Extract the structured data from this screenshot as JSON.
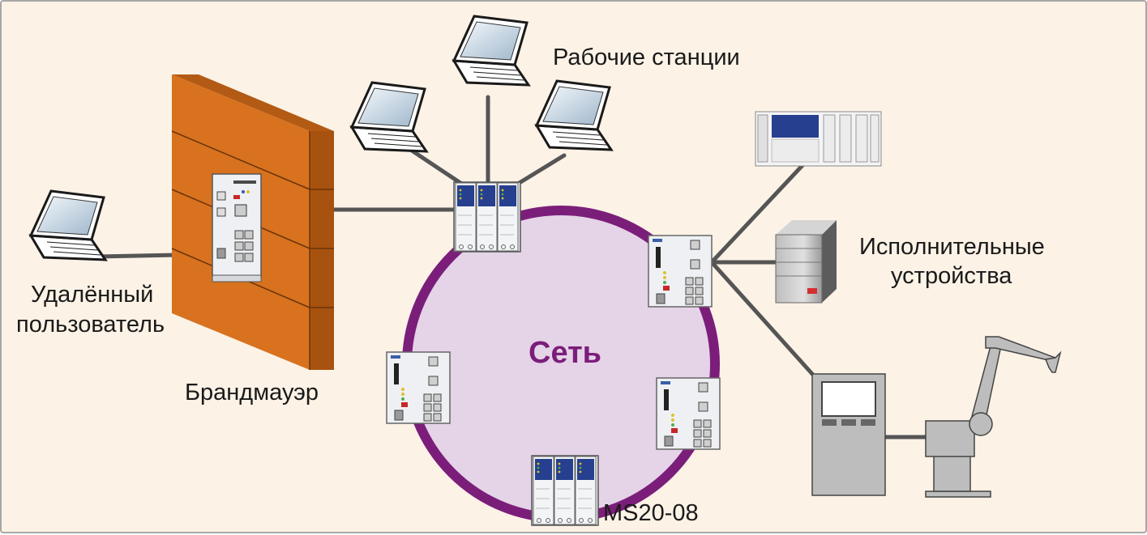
{
  "labels": {
    "workstations": "Рабочие станции",
    "actuators_line1": "Исполнительные",
    "actuators_line2": "устройства",
    "remote_user_line1": "Удалённый",
    "remote_user_line2": "пользователь",
    "firewall": "Брандмауэр",
    "network": "Сеть",
    "switch_model": "MS20-08"
  },
  "colors": {
    "background": "#fcf2e6",
    "ring_fill": "#e5d3e8",
    "ring_stroke": "#7b1e7a",
    "wall": "#d8721f",
    "cable": "#555555"
  }
}
